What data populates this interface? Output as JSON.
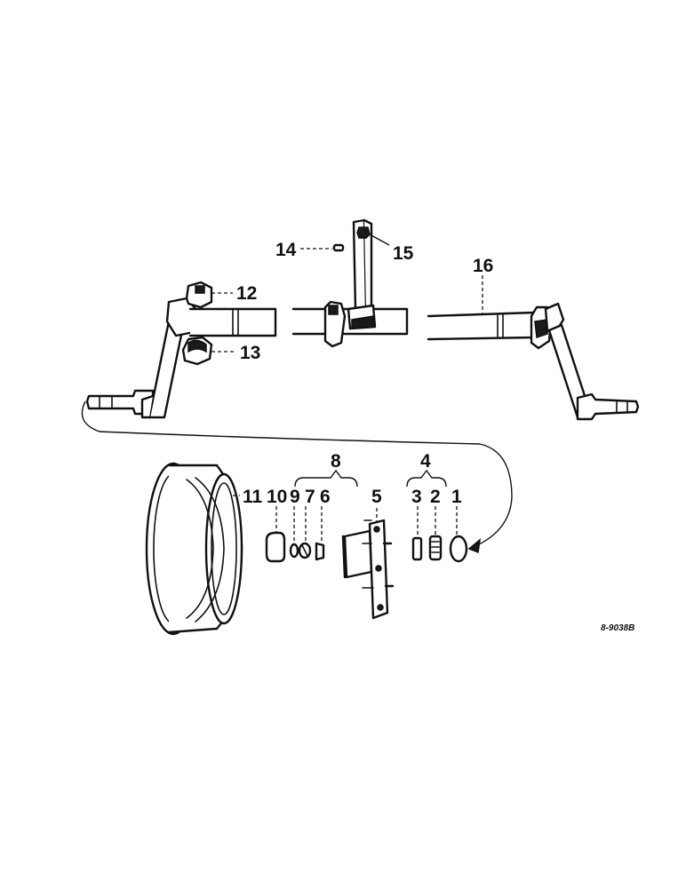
{
  "callouts": {
    "c1": "1",
    "c2": "2",
    "c3": "3",
    "c4": "4",
    "c5": "5",
    "c6": "6",
    "c7": "7",
    "c8": "8",
    "c9": "9",
    "c10": "10",
    "c11": "11",
    "c12": "12",
    "c13": "13",
    "c14": "14",
    "c15": "15",
    "c16": "16"
  },
  "drawing_number": "8-9038B",
  "colors": {
    "ink": "#111111",
    "paper": "#ffffff"
  }
}
